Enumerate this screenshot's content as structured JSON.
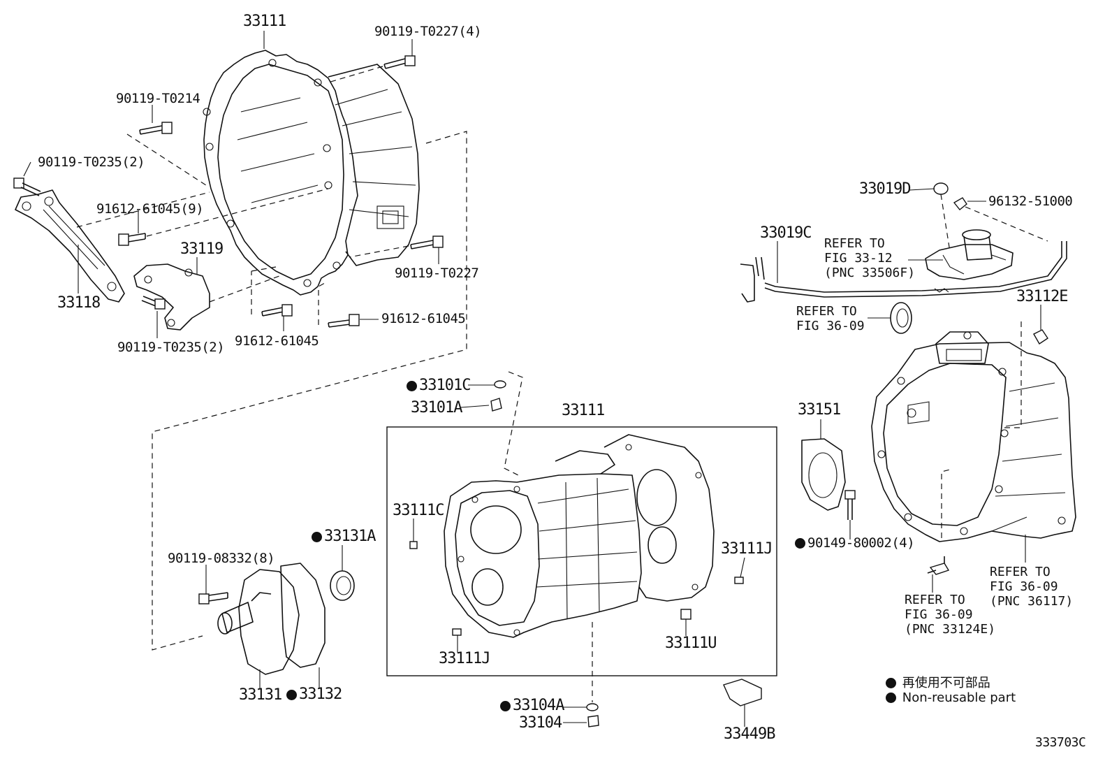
{
  "diagram_id": "333703C",
  "labels": {
    "l33111_top": "33111",
    "l90119_T0227_4": "90119-T0227(4)",
    "l90119_T0214": "90119-T0214",
    "l90119_T0235_2_a": "90119-T0235(2)",
    "l91612_61045_9": "91612-61045(9)",
    "l33119": "33119",
    "l33118": "33118",
    "l90119_T0227": "90119-T0227",
    "l91612_61045_a": "91612-61045",
    "l91612_61045_b": "91612-61045",
    "l90119_T0235_2_b": "90119-T0235(2)",
    "l33019D": "33019D",
    "l96132_51000": "96132-51000",
    "l33019C": "33019C",
    "l33112E": "33112E",
    "l33101C": "33101C",
    "l33101A": "33101A",
    "l33111_mid": "33111",
    "l33151": "33151",
    "l33111C": "33111C",
    "l33131A": "33131A",
    "l33111J_r": "33111J",
    "l90119_08332_8": "90119-08332(8)",
    "l90149_80002_4": "90149-80002(4)",
    "l33111U": "33111U",
    "l33111J_l": "33111J",
    "l33131": "33131",
    "l33132": "33132",
    "l33104A": "33104A",
    "l33104": "33104",
    "l33449B": "33449B"
  },
  "notes": {
    "fig3312": [
      "REFER TO",
      "FIG 33-12",
      "(PNC 33506F)"
    ],
    "fig3609": [
      "REFER TO",
      "FIG 36-09"
    ],
    "fig3609_36117": [
      "REFER TO",
      "FIG 36-09",
      "(PNC 36117)"
    ],
    "fig3609_33124E": [
      "REFER TO",
      "FIG 36-09",
      "(PNC 33124E)"
    ]
  },
  "legend": {
    "jp": "再使用不可部品",
    "en": "Non-reusable part"
  }
}
